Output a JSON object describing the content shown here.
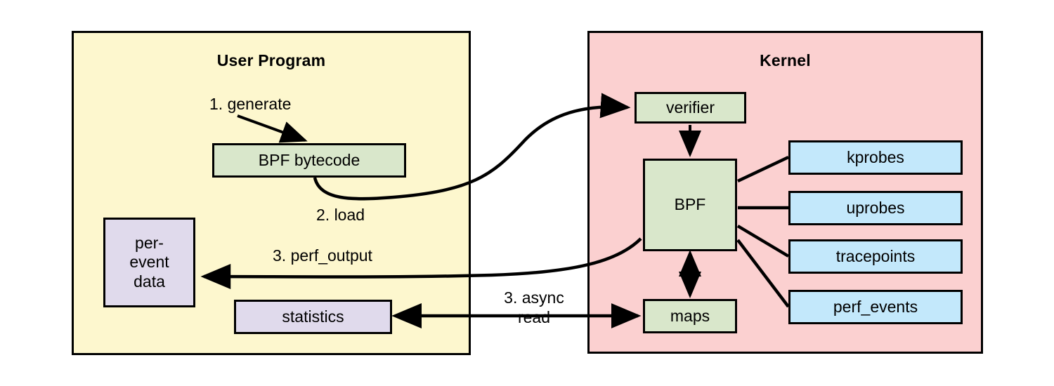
{
  "diagram": {
    "title_user": "User Program",
    "title_kernel": "Kernel"
  },
  "user_panel": {
    "title": "User Program",
    "nodes": [
      {
        "id": "bpf-bytecode",
        "label": "BPF bytecode",
        "color": "#d9e7cb"
      },
      {
        "id": "per-event-data",
        "label": "per-\nevent\ndata",
        "color": "#e0daec"
      },
      {
        "id": "statistics",
        "label": "statistics",
        "color": "#e0daec"
      }
    ]
  },
  "kernel_panel": {
    "title": "Kernel",
    "nodes": [
      {
        "id": "verifier",
        "label": "verifier",
        "color": "#d9e7cb"
      },
      {
        "id": "bpf",
        "label": "BPF",
        "color": "#d9e7cb"
      },
      {
        "id": "maps",
        "label": "maps",
        "color": "#d9e7cb"
      },
      {
        "id": "kprobes",
        "label": "kprobes",
        "color": "#c3e8fb"
      },
      {
        "id": "uprobes",
        "label": "uprobes",
        "color": "#c3e8fb"
      },
      {
        "id": "tracepoints",
        "label": "tracepoints",
        "color": "#c3e8fb"
      },
      {
        "id": "perf-events",
        "label": "perf_events",
        "color": "#c3e8fb"
      }
    ]
  },
  "edges": [
    {
      "id": "generate",
      "label": "1. generate",
      "from": "",
      "to": "bpf-bytecode"
    },
    {
      "id": "load",
      "label": "2. load",
      "from": "bpf-bytecode",
      "to": "verifier"
    },
    {
      "id": "perf-output",
      "label": "3. perf_output",
      "from": "bpf",
      "to": "per-event-data"
    },
    {
      "id": "async-read",
      "label": "3. async\nread",
      "from": "maps",
      "to": "statistics"
    }
  ],
  "colors": {
    "user_panel_bg": "#fdf7ce",
    "kernel_panel_bg": "#fbd0d0",
    "green_node": "#d9e7cb",
    "purple_node": "#e0daec",
    "blue_node": "#c3e8fb",
    "stroke": "#000000",
    "page_bg": "#ffffff"
  }
}
